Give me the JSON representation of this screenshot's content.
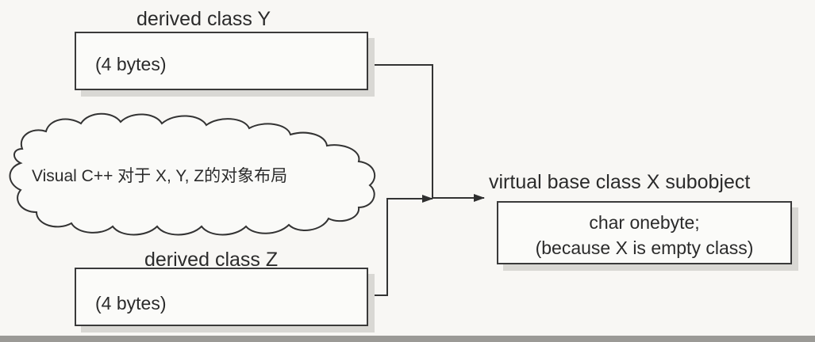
{
  "derived_y": {
    "title": "derived class Y",
    "size": "(4 bytes)"
  },
  "derived_z": {
    "title": "derived class Z",
    "size": "(4 bytes)"
  },
  "cloud": {
    "text": "Visual C++ 对于  X, Y, Z的对象布局"
  },
  "virtual_base": {
    "title": "virtual base class X subobject",
    "line1": "char onebyte;",
    "line2": "(because X is empty class)"
  }
}
